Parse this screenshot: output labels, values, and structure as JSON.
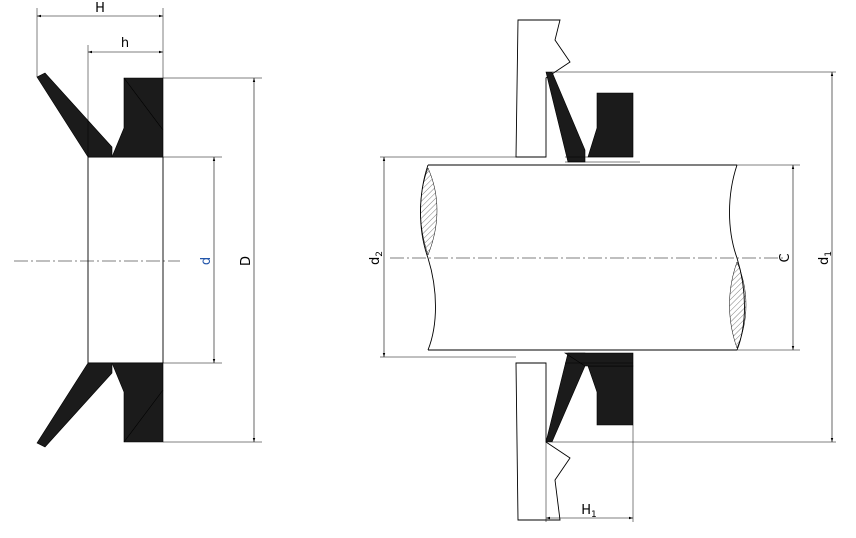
{
  "labels": {
    "H": "H",
    "h": "h",
    "d": "d",
    "D": "D",
    "d2_main": "d",
    "d2_sub": "2",
    "C": "C",
    "d1_main": "d",
    "d1_sub": "1",
    "H1_main": "H",
    "H1_sub": "1"
  },
  "colors": {
    "seal_fill": "#1b1b1b",
    "d_label": "#2255aa"
  }
}
